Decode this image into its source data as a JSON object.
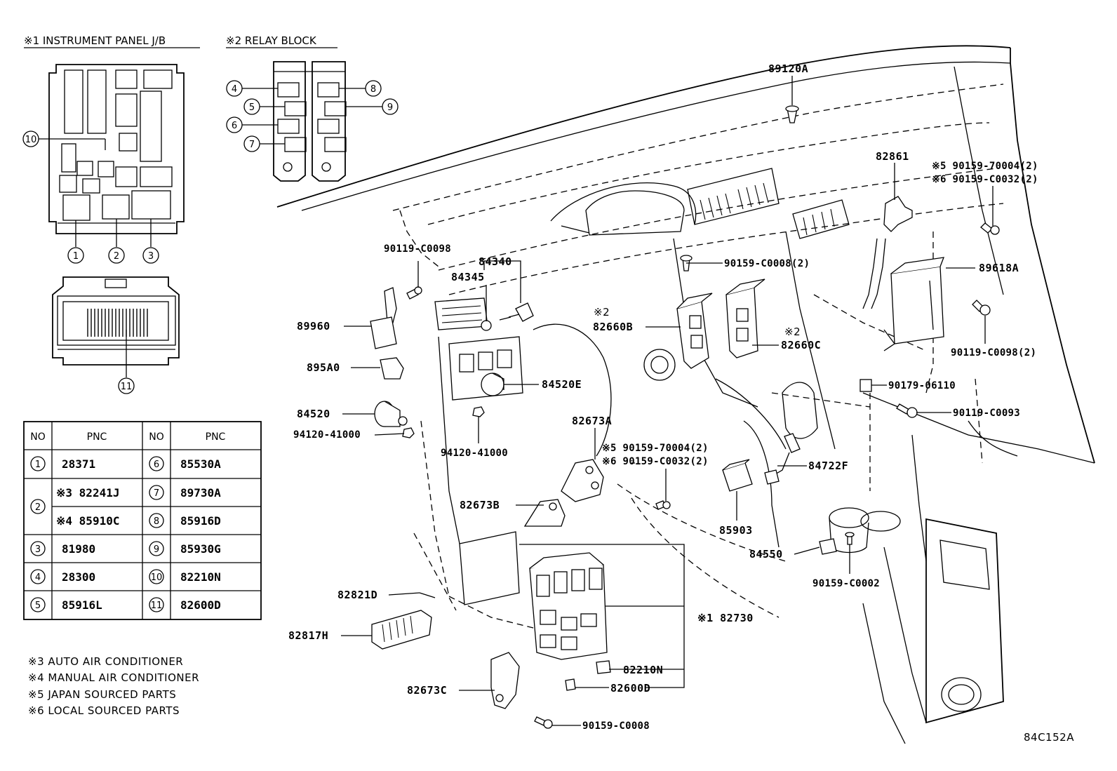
{
  "headers": {
    "h1": "※1 INSTRUMENT PANEL J/B",
    "h2": "※2 RELAY BLOCK"
  },
  "relay_callouts": [
    "4",
    "5",
    "6",
    "7",
    "8",
    "9"
  ],
  "jb_callouts": [
    "10",
    "1",
    "2",
    "3",
    "11"
  ],
  "table": {
    "col_no": "NO",
    "col_pnc": "PNC",
    "rows": [
      {
        "no": "1",
        "pnc": "28371",
        "no2": "6",
        "pnc2": "85530A"
      },
      {
        "no": "2",
        "pnc": "※3 82241J",
        "no2": "7",
        "pnc2": "89730A"
      },
      {
        "no": "",
        "pnc": "※4 85910C",
        "no2": "8",
        "pnc2": "85916D"
      },
      {
        "no": "3",
        "pnc": "81980",
        "no2": "9",
        "pnc2": "85930G"
      },
      {
        "no": "4",
        "pnc": "28300",
        "no2": "10",
        "pnc2": "82210N"
      },
      {
        "no": "5",
        "pnc": "85916L",
        "no2": "11",
        "pnc2": "82600D"
      }
    ]
  },
  "notes": [
    "※3 AUTO AIR CONDITIONER",
    "※4 MANUAL AIR CONDITIONER",
    "※5 JAPAN SOURCED PARTS",
    "※6 LOCAL SOURCED PARTS"
  ],
  "labels": {
    "p89120A": "89120A",
    "p82861": "82861",
    "p90159_70004_top": "※5 90159-70004(2)",
    "p90159_C0032_top": "※6 90159-C0032(2)",
    "p89618A": "89618A",
    "p90159_C0008_2": "90159-C0008(2)",
    "p90119_C0098": "90119-C0098",
    "p84340": "84340",
    "p84345": "84345",
    "p89960": "89960",
    "p895A0": "895A0",
    "p84520": "84520",
    "p94120_41000_a": "94120-41000",
    "p94120_41000_b": "94120-41000",
    "p84520E": "84520E",
    "p82660B_note": "※2",
    "p82660B": "82660B",
    "p82660C_note": "※2",
    "p82660C": "82660C",
    "p90119_C0098_2": "90119-C0098(2)",
    "p90179_06110": "90179-06110",
    "p90119_C0093": "90119-C0093",
    "p82673A": "82673A",
    "p90159_70004_mid": "※5 90159-70004(2)",
    "p90159_C0032_mid": "※6 90159-C0032(2)",
    "p84722F": "84722F",
    "p82673B": "82673B",
    "p85903": "85903",
    "p84550": "84550",
    "p90159_C0002": "90159-C0002",
    "p82821D": "82821D",
    "p82730": "※1 82730",
    "p82817H": "82817H",
    "p82210N": "82210N",
    "p82673C": "82673C",
    "p82600D": "82600D",
    "p90159_C0008": "90159-C0008",
    "ref": "84C152A"
  }
}
